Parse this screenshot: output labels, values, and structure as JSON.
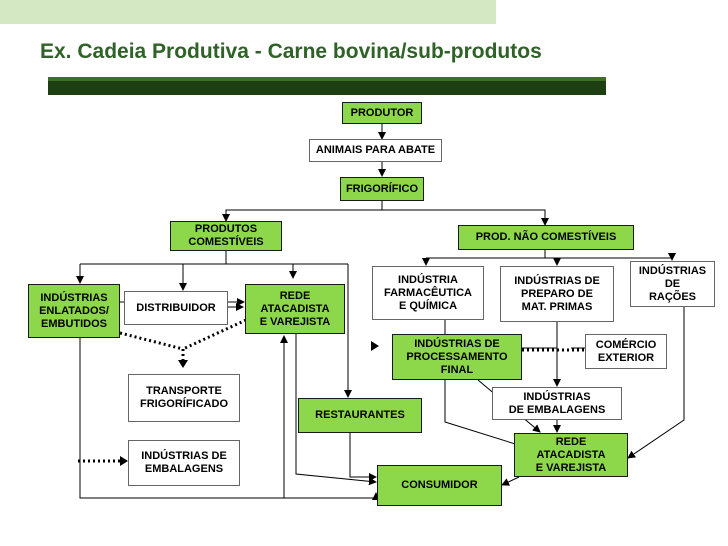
{
  "title": "Ex. Cadeia Produtiva - Carne bovina/sub-produtos",
  "nodes": {
    "produtor": "PRODUTOR",
    "animais": "ANIMAIS  PARA ABATE",
    "frigorifico": "FRIGORÍFICO",
    "comestiveis": "PRODUTOS\nCOMESTÍVEIS",
    "nao_comestiveis": "PROD. NÃO COMESTÍVEIS",
    "enlatados": "INDÚSTRIAS\nENLATADOS/\nEMBUTIDOS",
    "distribuidor": "DISTRIBUIDOR",
    "rede1": "REDE\nATACADISTA\nE VAREJISTA",
    "farmaceutica": "INDÚSTRIA\nFARMACÊUTICA\nE QUÍMICA",
    "preparo": "INDÚSTRIAS DE\nPREPARO DE\nMAT. PRIMAS",
    "racoes": "INDÚSTRIAS\nDE\nRAÇÕES",
    "processamento": "INDÚSTRIAS DE\nPROCESSAMENTO\nFINAL",
    "comercio": "COMÉRCIO\nEXTERIOR",
    "transporte": "TRANSPORTE\nFRIGORÍFICADO",
    "restaurantes": "RESTAURANTES",
    "embalagens_right": "INDÚSTRIAS\nDE EMBALAGENS",
    "embalagens_left": "INDÚSTRIAS DE\nEMBALAGENS",
    "rede2": "REDE\nATACADISTA\nE VAREJISTA",
    "consumidor": "CONSUMIDOR"
  },
  "colors": {
    "title": "#2f6128",
    "green_box": "#8cd84a",
    "top_band": "#d4e8c4",
    "dark_rule": "#1d3f12",
    "line": "#000000"
  }
}
